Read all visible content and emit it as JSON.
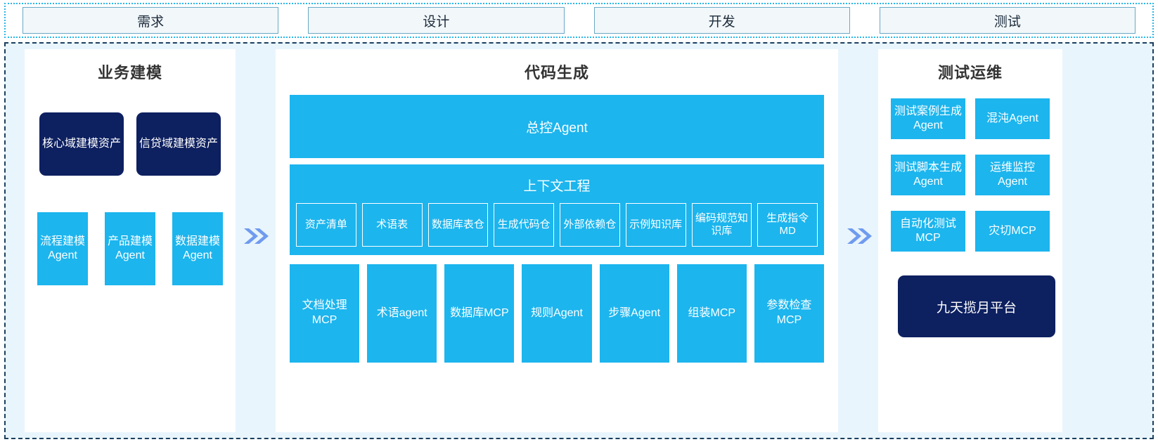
{
  "phases": [
    {
      "label": "需求"
    },
    {
      "label": "设计"
    },
    {
      "label": "开发"
    },
    {
      "label": "测试"
    }
  ],
  "colors": {
    "accent_blue": "#1CB5EE",
    "dark_navy": "#0D2060",
    "region_bg": "#E9F5FD",
    "chevron": "#6F9BEF",
    "phase_box_bg": "#F2F7FA",
    "phase_border": "#6AA9C4",
    "region_border": "#1B3F5E",
    "topbar_border": "#29B6E8"
  },
  "connectors": [
    {
      "name": "chevron-1",
      "glyph": "double-chevron-right-icon"
    },
    {
      "name": "chevron-2",
      "glyph": "double-chevron-right-icon"
    }
  ],
  "left_panel": {
    "title": "业务建模",
    "assets": [
      {
        "label": "核心域建模资产"
      },
      {
        "label": "信贷域建模资产"
      }
    ],
    "agents": [
      {
        "label": "流程建模Agent"
      },
      {
        "label": "产品建模Agent"
      },
      {
        "label": "数据建模Agent"
      }
    ]
  },
  "center_panel": {
    "title": "代码生成",
    "master_agent": "总控Agent",
    "context": {
      "title": "上下文工程",
      "items": [
        {
          "label": "资产清单"
        },
        {
          "label": "术语表"
        },
        {
          "label": "数据库表仓"
        },
        {
          "label": "生成代码仓"
        },
        {
          "label": "外部依赖仓"
        },
        {
          "label": "示例知识库"
        },
        {
          "label": "编码规范知识库"
        },
        {
          "label": "生成指令MD"
        }
      ]
    },
    "tools": [
      {
        "label": "文档处理MCP"
      },
      {
        "label": "术语agent"
      },
      {
        "label": "数据库MCP"
      },
      {
        "label": "规则Agent"
      },
      {
        "label": "步骤Agent"
      },
      {
        "label": "组装MCP"
      },
      {
        "label": "参数检查MCP"
      }
    ]
  },
  "right_panel": {
    "title": "测试运维",
    "rows": [
      [
        {
          "label": "测试案例生成Agent"
        },
        {
          "label": "混沌Agent"
        }
      ],
      [
        {
          "label": "测试脚本生成Agent"
        },
        {
          "label": "运维监控Agent"
        }
      ],
      [
        {
          "label": "自动化测试MCP"
        },
        {
          "label": "灾切MCP"
        }
      ]
    ],
    "platform": "九天揽月平台"
  }
}
